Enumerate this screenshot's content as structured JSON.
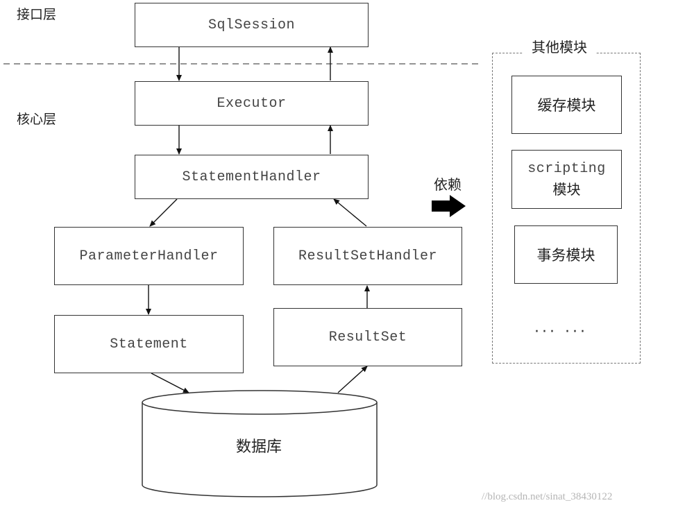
{
  "layers": {
    "interface": "接口层",
    "core": "核心层"
  },
  "nodes": {
    "sqlsession": "SqlSession",
    "executor": "Executor",
    "statement_handler": "StatementHandler",
    "parameter_handler": "ParameterHandler",
    "resultset_handler": "ResultSetHandler",
    "statement": "Statement",
    "resultset": "ResultSet",
    "database": "数据库"
  },
  "dependency": {
    "label": "依赖"
  },
  "other_modules": {
    "title": "其他模块",
    "items": [
      "缓存模块",
      "scripting",
      "模块",
      "事务模块"
    ],
    "ellipsis": "··· ···"
  },
  "watermark": "//blog.csdn.net/sinat_38430122"
}
